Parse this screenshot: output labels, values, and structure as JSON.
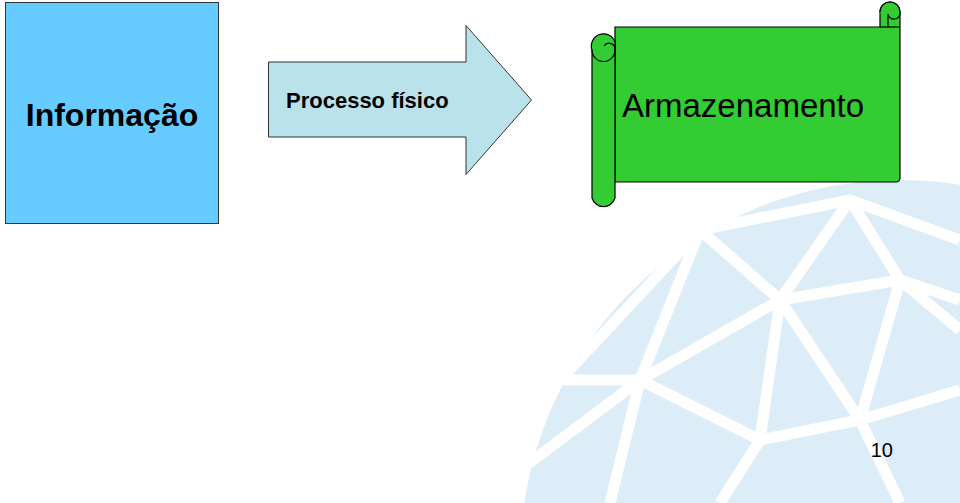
{
  "diagram": {
    "nodes": [
      {
        "text": [
          "Informação"
        ]
      },
      {
        "text": [
          "Processo físico"
        ]
      },
      {
        "text": [
          "Armazenamento"
        ]
      }
    ],
    "labels": [
      "10"
    ]
  }
}
